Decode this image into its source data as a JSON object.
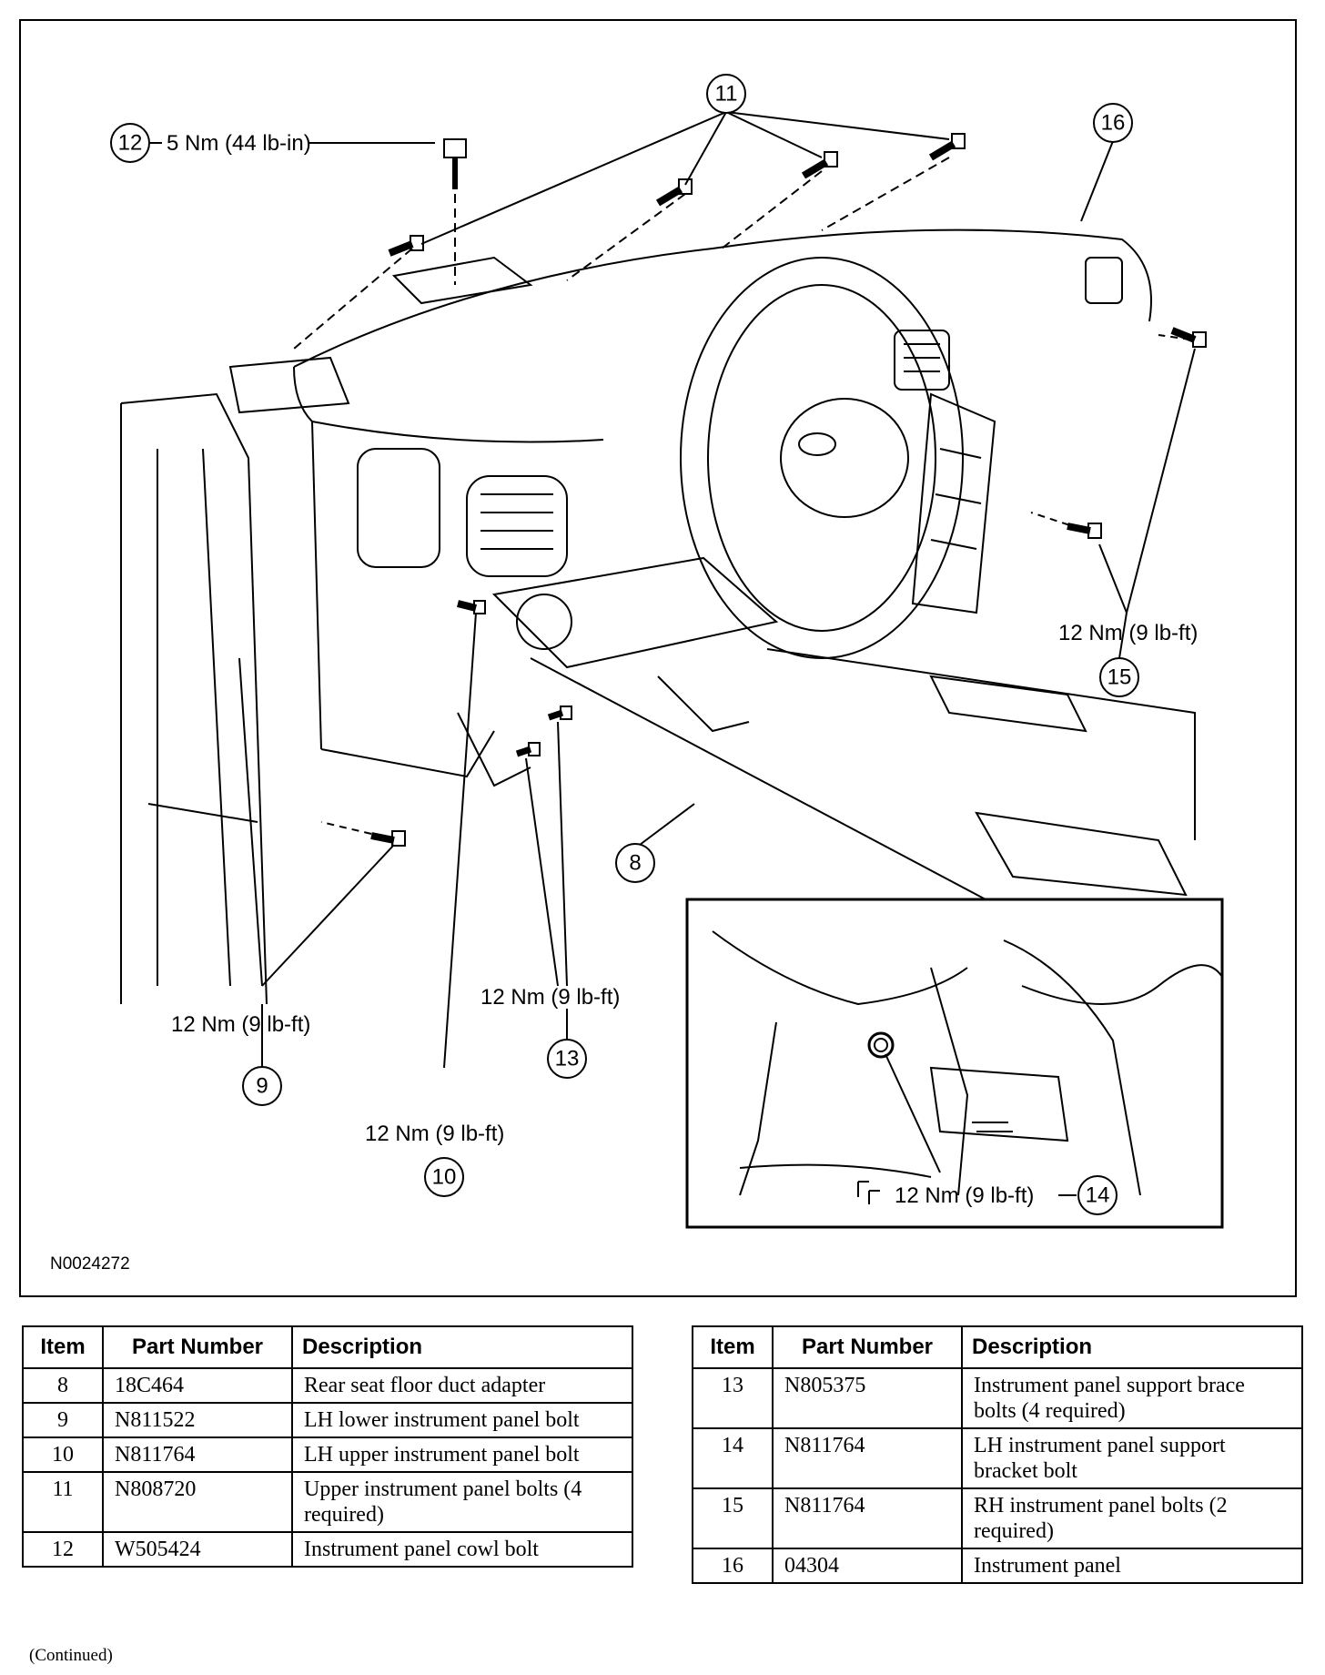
{
  "figure": {
    "id": "N0024272",
    "callouts": [
      {
        "item": "8",
        "torque": ""
      },
      {
        "item": "9",
        "torque": "12 Nm (9 lb-ft)"
      },
      {
        "item": "10",
        "torque": "12 Nm (9 lb-ft)"
      },
      {
        "item": "11",
        "torque": ""
      },
      {
        "item": "12",
        "torque": "5 Nm (44 lb-in)"
      },
      {
        "item": "13",
        "torque": "12 Nm (9 lb-ft)"
      },
      {
        "item": "14",
        "torque": "12 Nm (9 lb-ft)"
      },
      {
        "item": "15",
        "torque": "12 Nm (9 lb-ft)"
      },
      {
        "item": "16",
        "torque": ""
      }
    ]
  },
  "table": {
    "headers": [
      "Item",
      "Part Number",
      "Description"
    ],
    "left_rows": [
      {
        "item": "8",
        "part": "18C464",
        "desc": "Rear seat floor duct adapter"
      },
      {
        "item": "9",
        "part": "N811522",
        "desc": "LH lower instrument panel bolt"
      },
      {
        "item": "10",
        "part": "N811764",
        "desc": "LH upper instrument panel bolt"
      },
      {
        "item": "11",
        "part": "N808720",
        "desc": "Upper instrument panel bolts (4 required)"
      },
      {
        "item": "12",
        "part": "W505424",
        "desc": "Instrument panel cowl bolt"
      }
    ],
    "right_rows": [
      {
        "item": "13",
        "part": "N805375",
        "desc": "Instrument panel support brace bolts (4 required)"
      },
      {
        "item": "14",
        "part": "N811764",
        "desc": "LH instrument panel support bracket bolt"
      },
      {
        "item": "15",
        "part": "N811764",
        "desc": "RH instrument panel bolts (2 required)"
      },
      {
        "item": "16",
        "part": "04304",
        "desc": "Instrument panel"
      }
    ]
  },
  "footer": {
    "continued": "(Continued)"
  }
}
